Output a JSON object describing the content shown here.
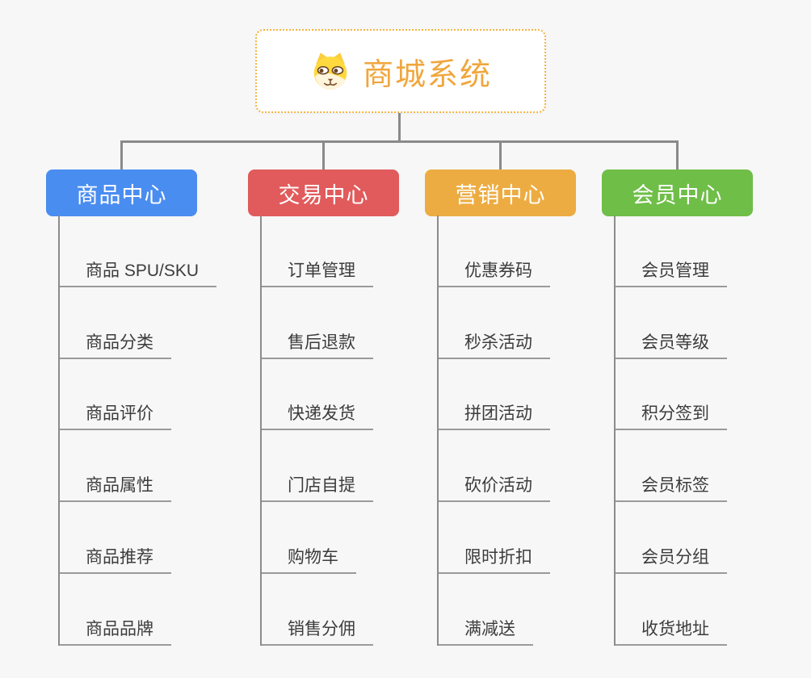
{
  "root": {
    "label": "商城系统",
    "icon": "dog-face-icon",
    "text_color": "#f0a63c",
    "border_color": "#f5b341",
    "background": "#ffffff"
  },
  "connector_color": "#8a8a8a",
  "page_background": "#f7f7f7",
  "branches": [
    {
      "label": "商品中心",
      "color": "#4a8df0",
      "items": [
        "商品 SPU/SKU",
        "商品分类",
        "商品评价",
        "商品属性",
        "商品推荐",
        "商品品牌"
      ]
    },
    {
      "label": "交易中心",
      "color": "#e15b5c",
      "items": [
        "订单管理",
        "售后退款",
        "快递发货",
        "门店自提",
        "购物车",
        "销售分佣"
      ]
    },
    {
      "label": "营销中心",
      "color": "#edac42",
      "items": [
        "优惠券码",
        "秒杀活动",
        "拼团活动",
        "砍价活动",
        "限时折扣",
        "满减送"
      ]
    },
    {
      "label": "会员中心",
      "color": "#6fbe48",
      "items": [
        "会员管理",
        "会员等级",
        "积分签到",
        "会员标签",
        "会员分组",
        "收货地址"
      ]
    }
  ]
}
